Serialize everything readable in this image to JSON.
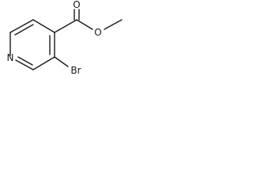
{
  "molecule": {
    "atoms": {
      "carbonyl_oxygen": "O",
      "ester_oxygen": "O",
      "ring_nitrogen": "N",
      "bromine": "Br"
    }
  }
}
